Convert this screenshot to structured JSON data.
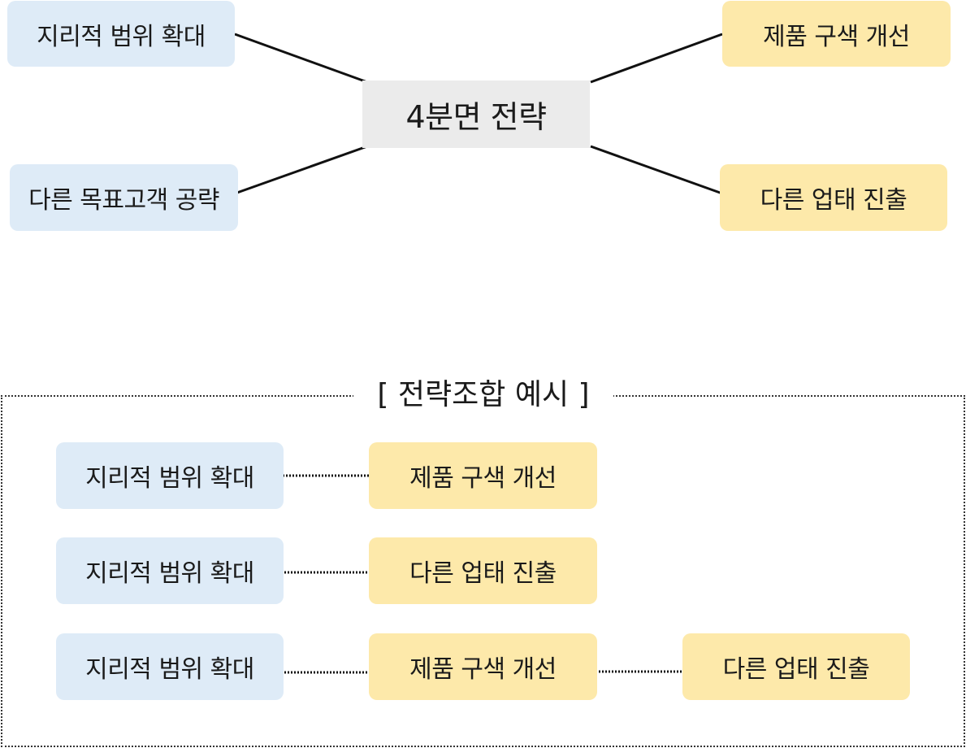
{
  "diagram": {
    "center_label": "4분면 전략",
    "quadrants": {
      "top_left": "지리적 범위 확대",
      "bottom_left": "다른 목표고객 공략",
      "top_right": "제품 구색 개선",
      "bottom_right": "다른 업태 진출"
    }
  },
  "examples": {
    "title": "[ 전략조합 예시 ]",
    "rows": [
      {
        "items": [
          "지리적 범위 확대",
          "제품 구색 개선"
        ]
      },
      {
        "items": [
          "지리적 범위 확대",
          "다른 업태 진출"
        ]
      },
      {
        "items": [
          "지리적 범위 확대",
          "제품 구색 개선",
          "다른 업태 진출"
        ]
      }
    ]
  },
  "colors": {
    "blue_box": "#deebf7",
    "yellow_box": "#fde9aa",
    "center_box": "#ebebeb",
    "line": "#111111"
  }
}
